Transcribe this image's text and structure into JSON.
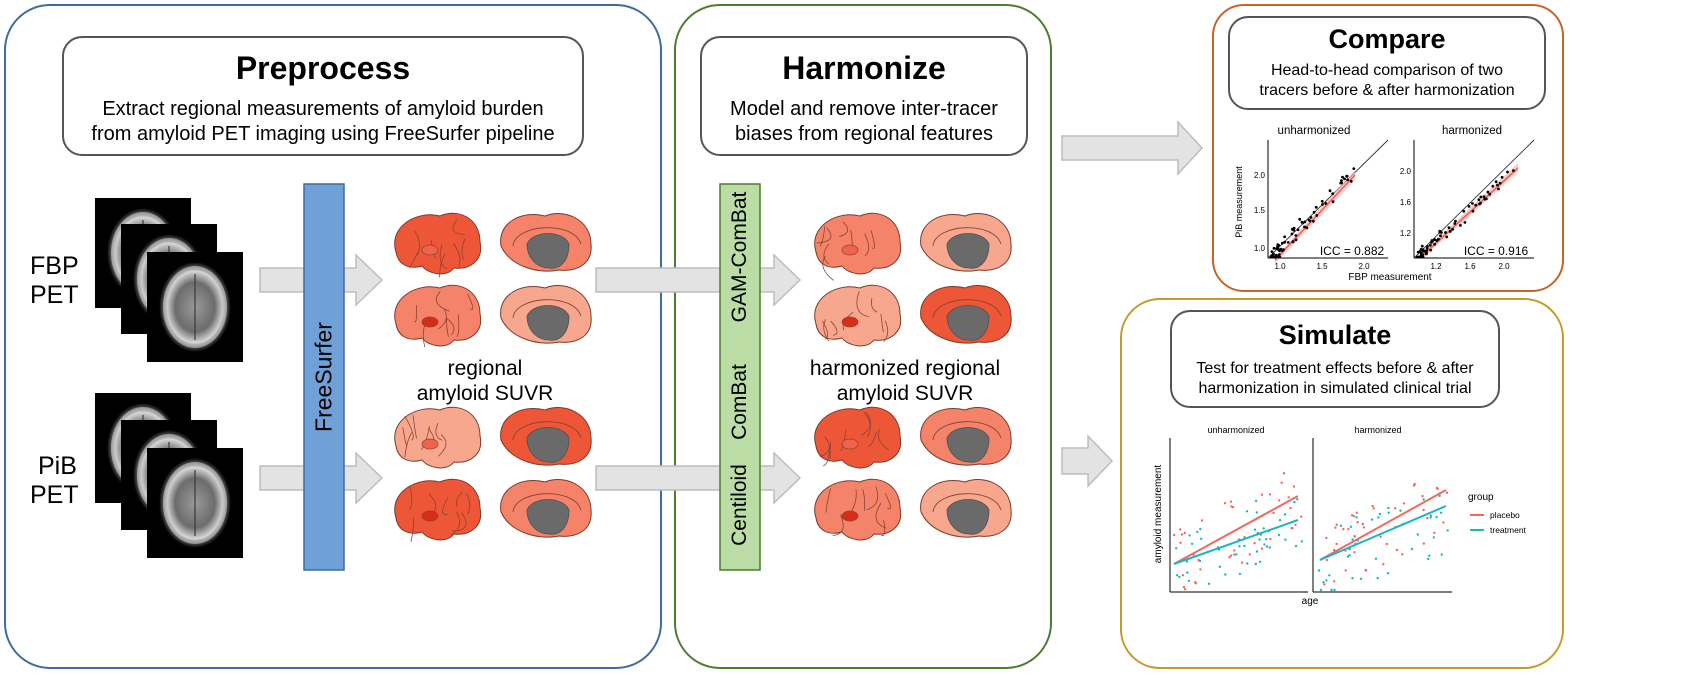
{
  "preprocess": {
    "title": "Preprocess",
    "desc_line1": "Extract regional measurements of amyloid burden",
    "desc_line2": "from amyloid PET imaging using FreeSurfer pipeline"
  },
  "harmonize": {
    "title": "Harmonize",
    "desc_line1": "Model and remove inter-tracer",
    "desc_line2": "biases from regional features"
  },
  "compare": {
    "title": "Compare",
    "desc_line1": "Head-to-head comparison of two",
    "desc_line2": "tracers before & after harmonization"
  },
  "simulate": {
    "title": "Simulate",
    "desc_line1": "Test for treatment effects before & after",
    "desc_line2": "harmonization in simulated clinical trial"
  },
  "tracers": [
    {
      "line1": "FBP",
      "line2": "PET"
    },
    {
      "line1": "PiB",
      "line2": "PET"
    }
  ],
  "freesurfer_label": "FreeSurfer",
  "methods": [
    "GAM-ComBat",
    "ComBat",
    "Centiloid"
  ],
  "regional_label": {
    "line1": "regional",
    "line2": "amyloid SUVR"
  },
  "harmonized_label": {
    "line1": "harmonized regional",
    "line2": "amyloid SUVR"
  },
  "colors": {
    "preprocess_border": "#3e6c9e",
    "harmonize_border": "#4c7d2f",
    "compare_border": "#c5652a",
    "simulate_border": "#c59a27",
    "freesurfer_fill": "#6fa0d8",
    "method_fill": "#bcdca6",
    "arrow_fill": "#e3e3e3",
    "placebo": "#ee6a60",
    "treatment": "#19b7c2",
    "brain_dark": "#ee5638",
    "brain_mid": "#f4836a",
    "brain_light": "#f8a78f"
  },
  "compare_plot": {
    "panel_titles": [
      "unharmonized",
      "harmonized"
    ],
    "xlabel": "FBP measurement",
    "ylabel": "PiB measurement",
    "left_xticks": [
      "1.0",
      "1.5",
      "2.0"
    ],
    "left_yticks": [
      "1.0",
      "1.5",
      "2.0"
    ],
    "right_xticks": [
      "1.2",
      "1.6",
      "2.0"
    ],
    "right_yticks": [
      "1.2",
      "1.6",
      "2.0"
    ],
    "icc": [
      "ICC = 0.882",
      "ICC = 0.916"
    ]
  },
  "simulate_plot": {
    "panel_titles": [
      "unharmonized",
      "harmonized"
    ],
    "xlabel": "age",
    "ylabel": "amyloid measurement",
    "legend_title": "group",
    "legend": [
      "placebo",
      "treatment"
    ]
  }
}
